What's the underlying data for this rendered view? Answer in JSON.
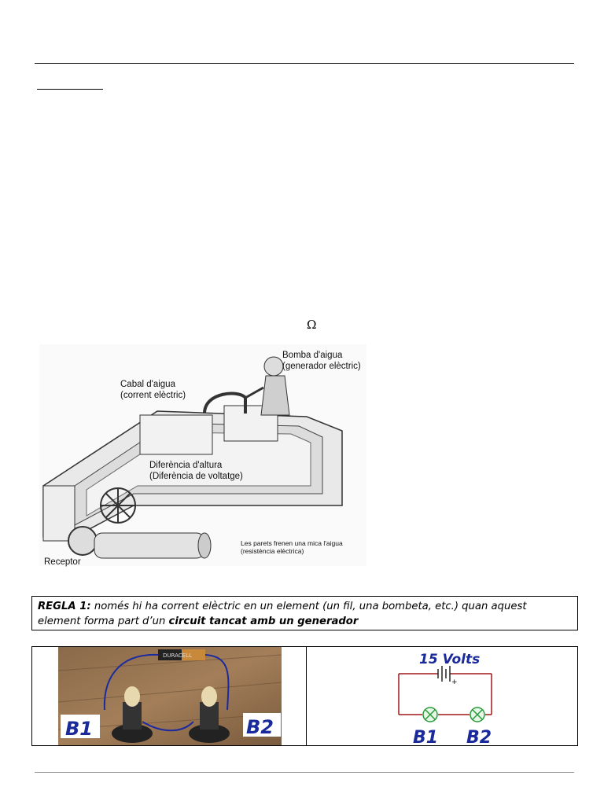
{
  "symbol": "Ω",
  "figure": {
    "labels": {
      "pump": [
        "Bomba d'aigua",
        "(generador elèctric)"
      ],
      "flow": [
        "Cabal d'aigua",
        "(corrent elèctric)"
      ],
      "height": [
        "Diferència d'altura",
        "(Diferència de voltatge)"
      ],
      "walls": [
        "Les parets frenen una mica l'aigua",
        "(resistència elèctrica)"
      ],
      "receptor": "Receptor"
    }
  },
  "rule": {
    "label": "REGLA 1:",
    "text": " només hi ha corrent elèctric en un element (un fil, una bombeta, etc.)  quan aquest element forma part d’un ",
    "emphasis": "circuit tancat amb un generador"
  },
  "photo": {
    "battery": "DURACELL",
    "b1": "B1",
    "b2": "B2"
  },
  "schematic": {
    "voltage": "15 Volts",
    "plus": "+",
    "b1": "B1",
    "b2": "B2"
  }
}
